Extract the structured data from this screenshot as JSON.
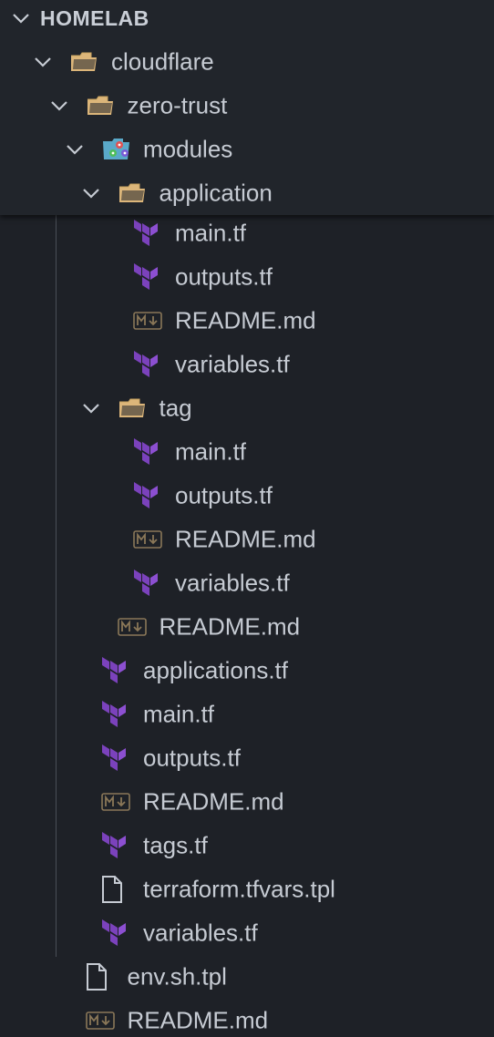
{
  "explorer": {
    "section_title": "HOMELAB"
  },
  "tree": [
    {
      "label": "cloudflare",
      "kind": "folder",
      "expanded": true,
      "icon": "folder-open-icon"
    },
    {
      "label": "zero-trust",
      "kind": "folder",
      "expanded": true,
      "icon": "folder-open-icon"
    },
    {
      "label": "modules",
      "kind": "folder",
      "expanded": true,
      "icon": "modules-folder-icon"
    },
    {
      "label": "application",
      "kind": "folder",
      "expanded": true,
      "icon": "folder-open-icon"
    },
    {
      "label": "main.tf",
      "kind": "file",
      "icon": "terraform-icon"
    },
    {
      "label": "outputs.tf",
      "kind": "file",
      "icon": "terraform-icon"
    },
    {
      "label": "README.md",
      "kind": "file",
      "icon": "markdown-icon"
    },
    {
      "label": "variables.tf",
      "kind": "file",
      "icon": "terraform-icon"
    },
    {
      "label": "tag",
      "kind": "folder",
      "expanded": true,
      "icon": "folder-open-icon"
    },
    {
      "label": "main.tf",
      "kind": "file",
      "icon": "terraform-icon"
    },
    {
      "label": "outputs.tf",
      "kind": "file",
      "icon": "terraform-icon"
    },
    {
      "label": "README.md",
      "kind": "file",
      "icon": "markdown-icon"
    },
    {
      "label": "variables.tf",
      "kind": "file",
      "icon": "terraform-icon"
    },
    {
      "label": "README.md",
      "kind": "file",
      "icon": "markdown-icon"
    },
    {
      "label": "applications.tf",
      "kind": "file",
      "icon": "terraform-icon"
    },
    {
      "label": "main.tf",
      "kind": "file",
      "icon": "terraform-icon"
    },
    {
      "label": "outputs.tf",
      "kind": "file",
      "icon": "terraform-icon"
    },
    {
      "label": "README.md",
      "kind": "file",
      "icon": "markdown-icon"
    },
    {
      "label": "tags.tf",
      "kind": "file",
      "icon": "terraform-icon"
    },
    {
      "label": "terraform.tfvars.tpl",
      "kind": "file",
      "icon": "file-icon"
    },
    {
      "label": "variables.tf",
      "kind": "file",
      "icon": "terraform-icon"
    },
    {
      "label": "env.sh.tpl",
      "kind": "file",
      "icon": "file-icon"
    },
    {
      "label": "README.md",
      "kind": "file",
      "icon": "markdown-icon"
    }
  ],
  "colors": {
    "background": "#1e2127",
    "sticky_background": "#21252b",
    "text": "#c6cbd3",
    "terraform": "#7b42bc",
    "folder": "#dcb67a",
    "markdown": "#8a7758"
  }
}
